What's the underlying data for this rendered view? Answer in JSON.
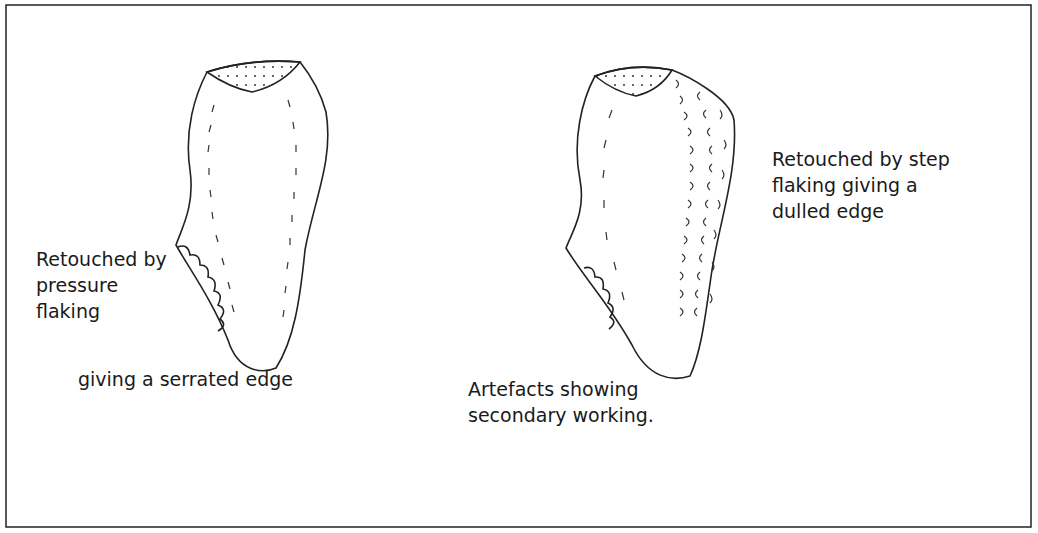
{
  "diagram": {
    "caption": "Artefacts showing secondary working.",
    "labels": [
      "Retouched by pressure flaking",
      "giving a serrated edge",
      "Retouched by step flaking giving a dulled edge"
    ]
  }
}
